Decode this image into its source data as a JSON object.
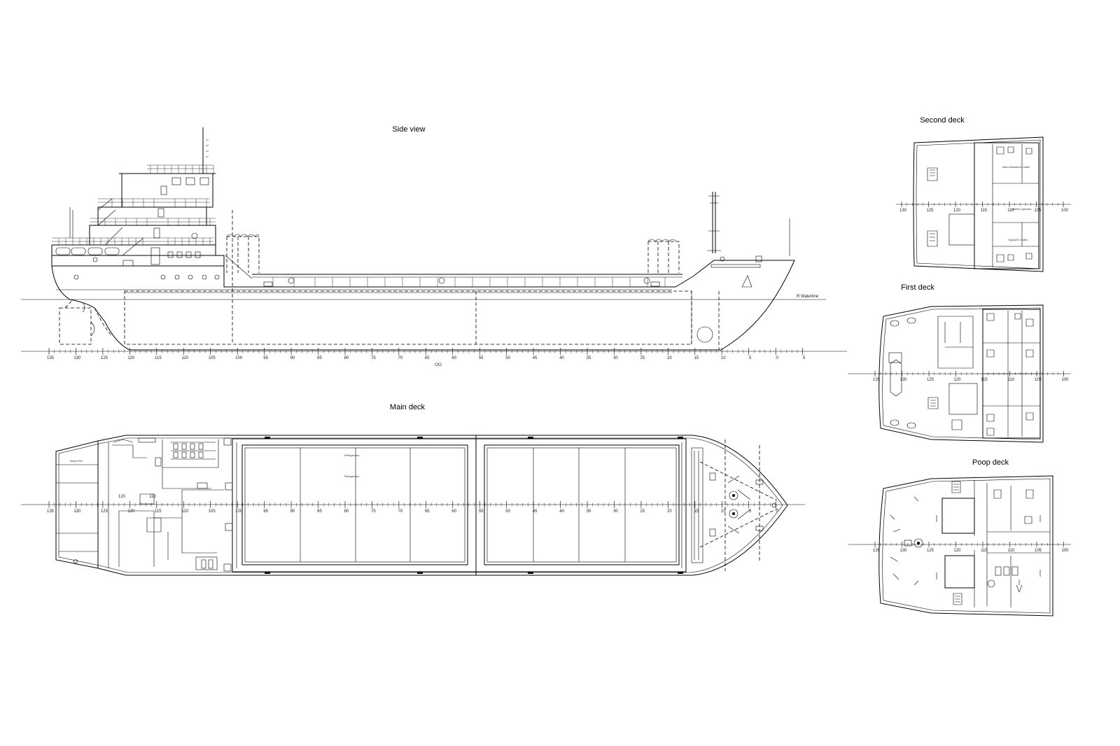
{
  "titles": {
    "side_view": "Side view",
    "main_deck": "Main deck",
    "second_deck": "Second deck",
    "first_deck": "First deck",
    "poop_deck": "Poop deck"
  },
  "labels": {
    "waterline": "R Waterline",
    "refrigerator_1": "Refrigerator",
    "refrigerator_2": "Refrigerator",
    "steam_rm": "steam Rm",
    "main_eng_cabin": "Main Assistant's cabin",
    "cadet_cabin": "cadet's operator",
    "captain_cabin": "Captain's Cabin"
  },
  "frame_scale": {
    "main": [
      "135",
      "130",
      "125",
      "120",
      "115",
      "110",
      "105",
      "100",
      "95",
      "90",
      "85",
      "80",
      "75",
      "70",
      "65",
      "60",
      "55",
      "50",
      "45",
      "40",
      "35",
      "30",
      "25",
      "20",
      "15",
      "10",
      "5",
      "0",
      "5"
    ],
    "main_deck": [
      "135",
      "130",
      "125",
      "120",
      "115",
      "110",
      "105",
      "100",
      "95",
      "90",
      "85",
      "80",
      "75",
      "70",
      "65",
      "60",
      "55",
      "50",
      "45",
      "40",
      "35",
      "30",
      "25",
      "20",
      "15",
      "10",
      "5",
      "0"
    ],
    "second": [
      "130",
      "125",
      "120",
      "115",
      "110",
      "105",
      "100"
    ],
    "first": [
      "135",
      "130",
      "125",
      "120",
      "115",
      "110",
      "105",
      "100"
    ],
    "poop": [
      "135",
      "130",
      "125",
      "120",
      "115",
      "110",
      "105",
      "100"
    ]
  }
}
